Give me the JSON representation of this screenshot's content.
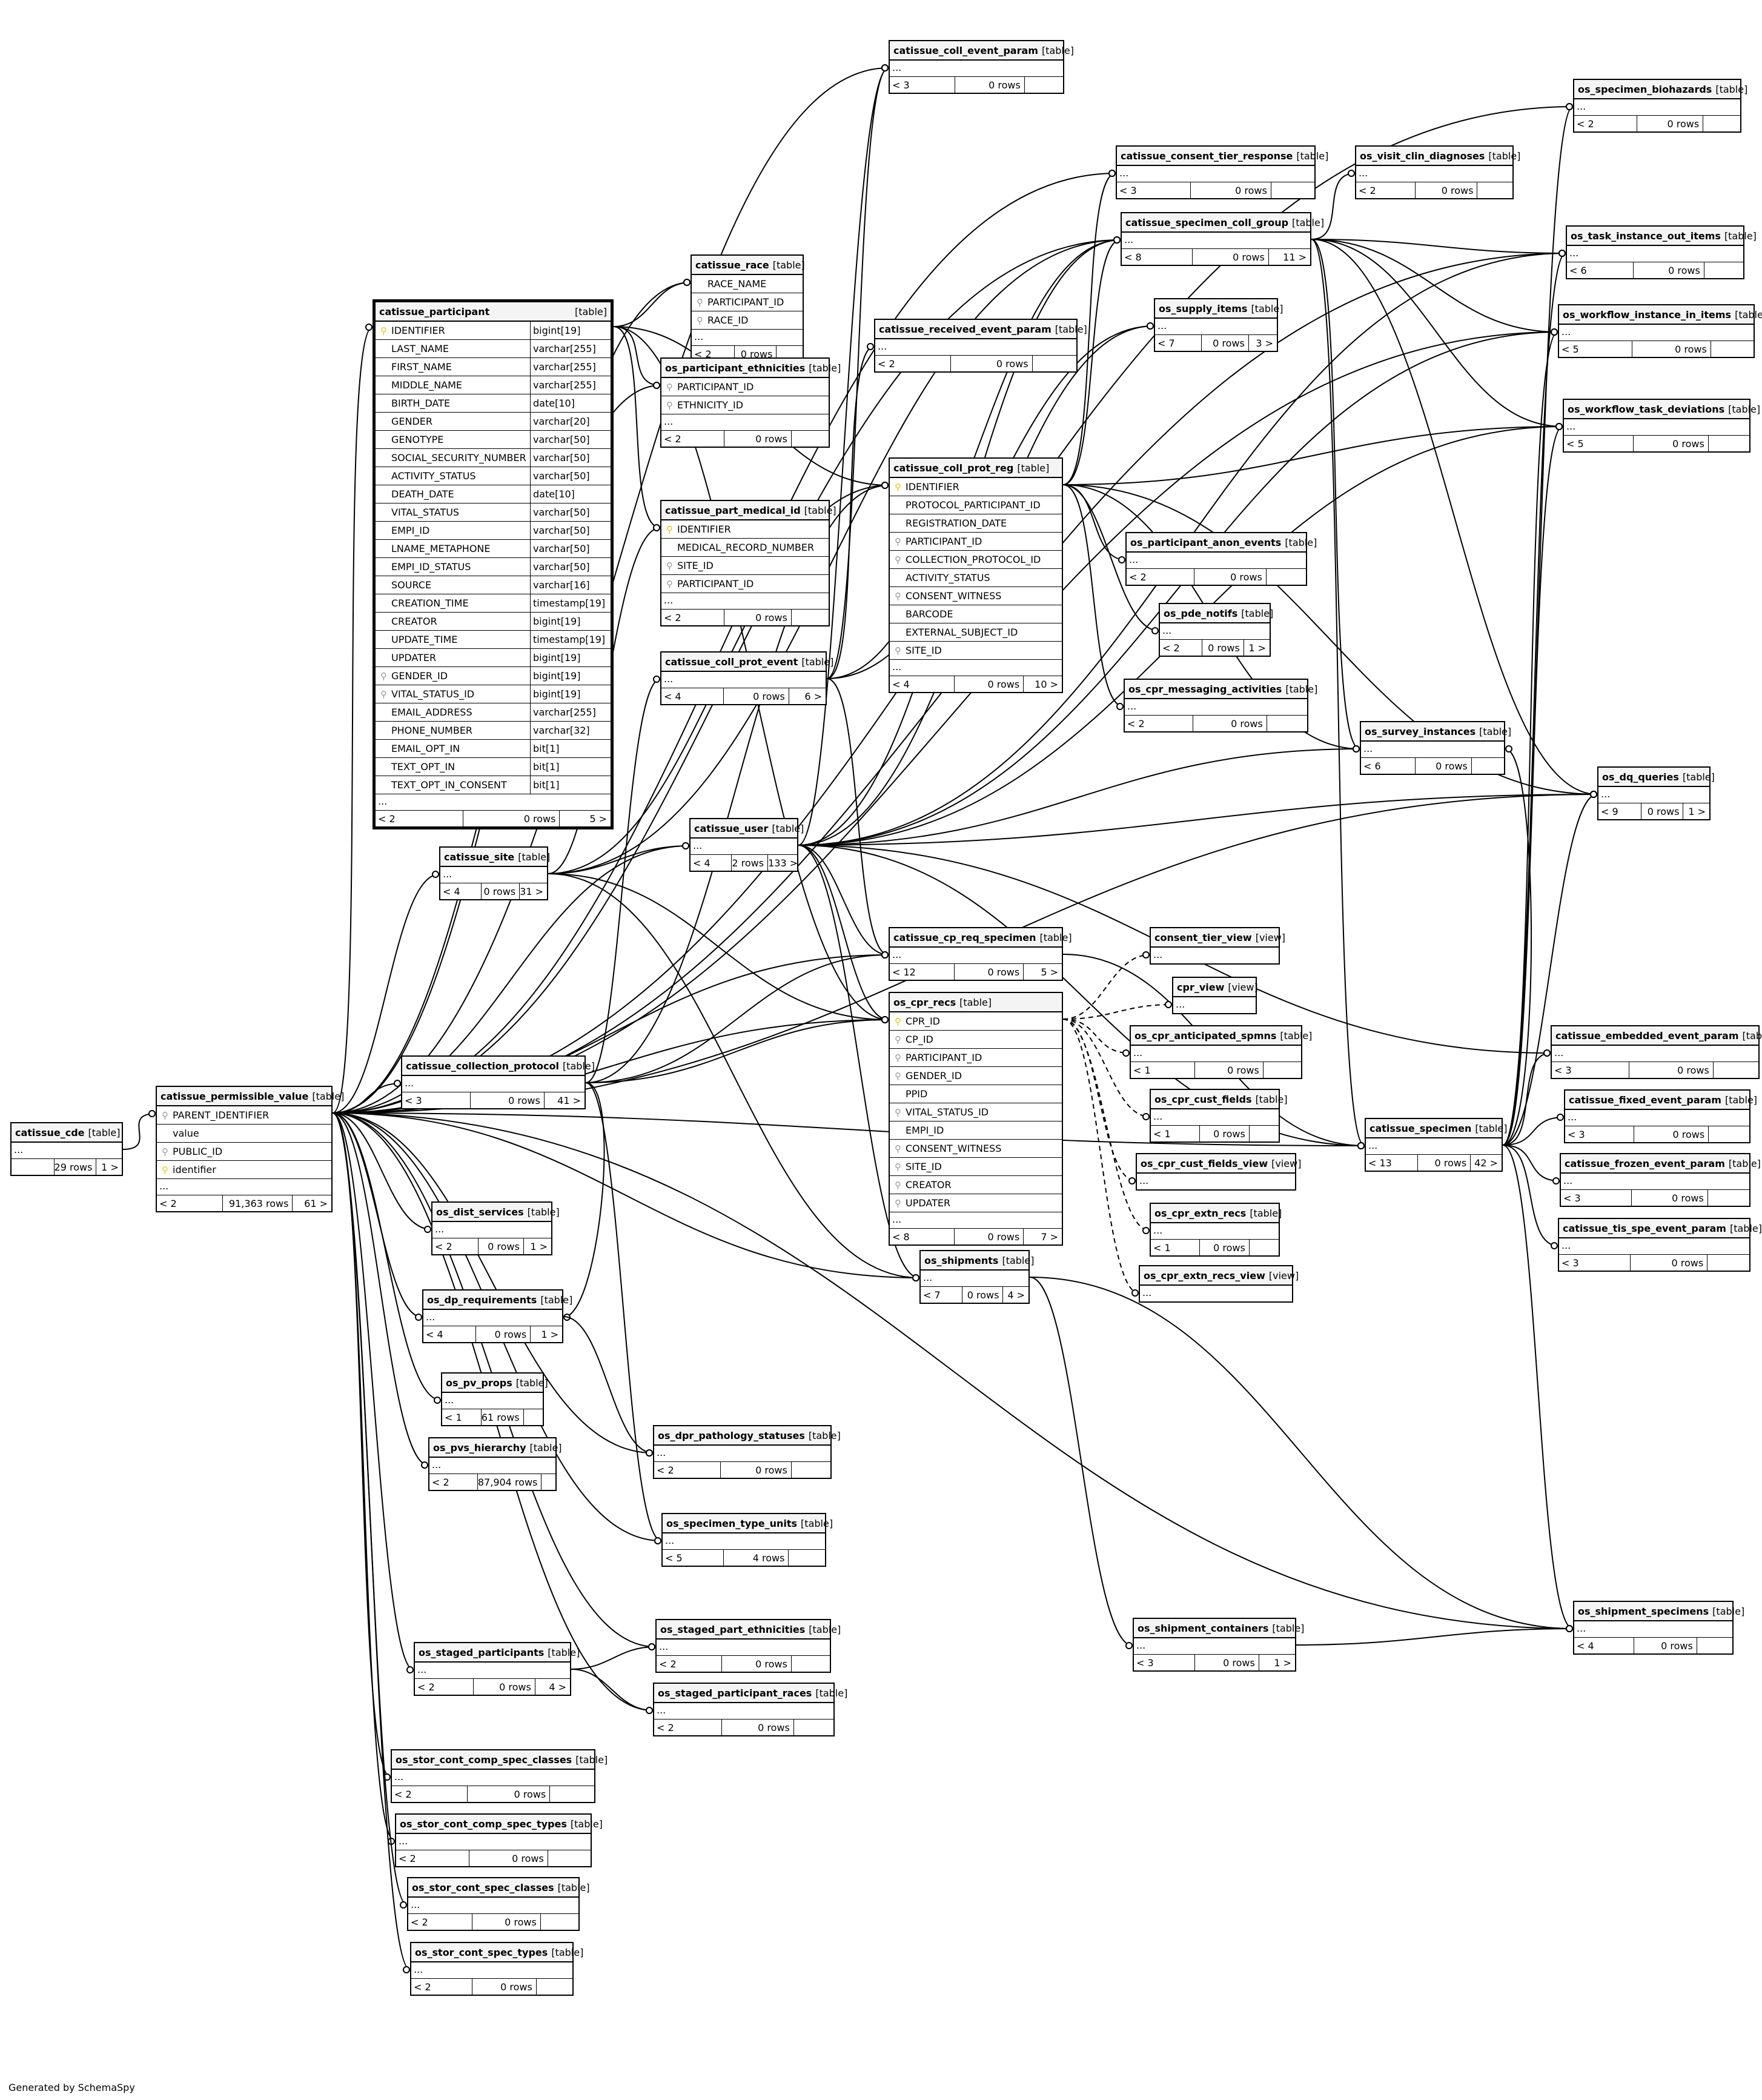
{
  "tables": [
    {
      "id": "catissue_cde",
      "name": "catissue_cde",
      "kind": "[table]",
      "rows": [],
      "footer": {
        "parents": "",
        "rows": "29 rows",
        "children": "1 >"
      }
    },
    {
      "id": "catissue_permissible_value",
      "name": "catissue_permissible_value",
      "kind": "[table]",
      "rows": [
        {
          "name": "PARENT_IDENTIFIER",
          "key": "fk"
        },
        {
          "name": "value"
        },
        {
          "name": "PUBLIC_ID",
          "key": "fk"
        },
        {
          "name": "identifier",
          "key": "pk"
        }
      ],
      "footer": {
        "parents": "< 2",
        "rows": "91,363 rows",
        "children": "61 >"
      }
    },
    {
      "id": "catissue_participant",
      "name": "catissue_participant",
      "kind": "[table]",
      "focus": true,
      "rows": [
        {
          "name": "IDENTIFIER",
          "type": "bigint[19]",
          "key": "pk"
        },
        {
          "name": "LAST_NAME",
          "type": "varchar[255]"
        },
        {
          "name": "FIRST_NAME",
          "type": "varchar[255]"
        },
        {
          "name": "MIDDLE_NAME",
          "type": "varchar[255]"
        },
        {
          "name": "BIRTH_DATE",
          "type": "date[10]"
        },
        {
          "name": "GENDER",
          "type": "varchar[20]"
        },
        {
          "name": "GENOTYPE",
          "type": "varchar[50]"
        },
        {
          "name": "SOCIAL_SECURITY_NUMBER",
          "type": "varchar[50]"
        },
        {
          "name": "ACTIVITY_STATUS",
          "type": "varchar[50]"
        },
        {
          "name": "DEATH_DATE",
          "type": "date[10]"
        },
        {
          "name": "VITAL_STATUS",
          "type": "varchar[50]"
        },
        {
          "name": "EMPI_ID",
          "type": "varchar[50]"
        },
        {
          "name": "LNAME_METAPHONE",
          "type": "varchar[50]"
        },
        {
          "name": "EMPI_ID_STATUS",
          "type": "varchar[50]"
        },
        {
          "name": "SOURCE",
          "type": "varchar[16]"
        },
        {
          "name": "CREATION_TIME",
          "type": "timestamp[19]"
        },
        {
          "name": "CREATOR",
          "type": "bigint[19]"
        },
        {
          "name": "UPDATE_TIME",
          "type": "timestamp[19]"
        },
        {
          "name": "UPDATER",
          "type": "bigint[19]"
        },
        {
          "name": "GENDER_ID",
          "type": "bigint[19]",
          "key": "fk"
        },
        {
          "name": "VITAL_STATUS_ID",
          "type": "bigint[19]",
          "key": "fk"
        },
        {
          "name": "EMAIL_ADDRESS",
          "type": "varchar[255]"
        },
        {
          "name": "PHONE_NUMBER",
          "type": "varchar[32]"
        },
        {
          "name": "EMAIL_OPT_IN",
          "type": "bit[1]"
        },
        {
          "name": "TEXT_OPT_IN",
          "type": "bit[1]"
        },
        {
          "name": "TEXT_OPT_IN_CONSENT",
          "type": "bit[1]"
        }
      ],
      "footer": {
        "parents": "< 2",
        "rows": "0 rows",
        "children": "5 >"
      }
    },
    {
      "id": "catissue_race",
      "name": "catissue_race",
      "kind": "[table]",
      "rows": [
        {
          "name": "RACE_NAME"
        },
        {
          "name": "PARTICIPANT_ID",
          "key": "fk"
        },
        {
          "name": "RACE_ID",
          "key": "fk"
        }
      ],
      "footer": {
        "parents": "< 2",
        "rows": "0 rows",
        "children": ""
      }
    },
    {
      "id": "os_participant_ethnicities",
      "name": "os_participant_ethnicities",
      "kind": "[table]",
      "rows": [
        {
          "name": "PARTICIPANT_ID",
          "key": "fk"
        },
        {
          "name": "ETHNICITY_ID",
          "key": "fk"
        }
      ],
      "footer": {
        "parents": "< 2",
        "rows": "0 rows",
        "children": ""
      }
    },
    {
      "id": "catissue_part_medical_id",
      "name": "catissue_part_medical_id",
      "kind": "[table]",
      "rows": [
        {
          "name": "IDENTIFIER",
          "key": "pk"
        },
        {
          "name": "MEDICAL_RECORD_NUMBER"
        },
        {
          "name": "SITE_ID",
          "key": "fk"
        },
        {
          "name": "PARTICIPANT_ID",
          "key": "fk"
        }
      ],
      "footer": {
        "parents": "< 2",
        "rows": "0 rows",
        "children": ""
      }
    },
    {
      "id": "catissue_coll_prot_event",
      "name": "catissue_coll_prot_event",
      "kind": "[table]",
      "rows": [],
      "footer": {
        "parents": "< 4",
        "rows": "0 rows",
        "children": "6 >"
      }
    },
    {
      "id": "catissue_coll_event_param",
      "name": "catissue_coll_event_param",
      "kind": "[table]",
      "rows": [],
      "footer": {
        "parents": "< 3",
        "rows": "0 rows",
        "children": ""
      }
    },
    {
      "id": "catissue_received_event_param",
      "name": "catissue_received_event_param",
      "kind": "[table]",
      "rows": [],
      "footer": {
        "parents": "< 2",
        "rows": "0 rows",
        "children": ""
      }
    },
    {
      "id": "catissue_coll_prot_reg",
      "name": "catissue_coll_prot_reg",
      "kind": "[table]",
      "rows": [
        {
          "name": "IDENTIFIER",
          "key": "pk"
        },
        {
          "name": "PROTOCOL_PARTICIPANT_ID"
        },
        {
          "name": "REGISTRATION_DATE"
        },
        {
          "name": "PARTICIPANT_ID",
          "key": "fk"
        },
        {
          "name": "COLLECTION_PROTOCOL_ID",
          "key": "fk"
        },
        {
          "name": "ACTIVITY_STATUS"
        },
        {
          "name": "CONSENT_WITNESS",
          "key": "fk"
        },
        {
          "name": "BARCODE"
        },
        {
          "name": "EXTERNAL_SUBJECT_ID"
        },
        {
          "name": "SITE_ID",
          "key": "fk"
        }
      ],
      "footer": {
        "parents": "< 4",
        "rows": "0 rows",
        "children": "10 >"
      }
    },
    {
      "id": "catissue_consent_tier_response",
      "name": "catissue_consent_tier_response",
      "kind": "[table]",
      "rows": [],
      "footer": {
        "parents": "< 3",
        "rows": "0 rows",
        "children": ""
      }
    },
    {
      "id": "catissue_specimen_coll_group",
      "name": "catissue_specimen_coll_group",
      "kind": "[table]",
      "rows": [],
      "footer": {
        "parents": "< 8",
        "rows": "0 rows",
        "children": "11 >"
      }
    },
    {
      "id": "os_supply_items",
      "name": "os_supply_items",
      "kind": "[table]",
      "rows": [],
      "footer": {
        "parents": "< 7",
        "rows": "0 rows",
        "children": "3 >"
      }
    },
    {
      "id": "os_participant_anon_events",
      "name": "os_participant_anon_events",
      "kind": "[table]",
      "rows": [],
      "footer": {
        "parents": "< 2",
        "rows": "0 rows",
        "children": ""
      }
    },
    {
      "id": "os_pde_notifs",
      "name": "os_pde_notifs",
      "kind": "[table]",
      "rows": [],
      "footer": {
        "parents": "< 2",
        "rows": "0 rows",
        "children": "1 >"
      }
    },
    {
      "id": "os_cpr_messaging_activities",
      "name": "os_cpr_messaging_activities",
      "kind": "[table]",
      "rows": [],
      "footer": {
        "parents": "< 2",
        "rows": "0 rows",
        "children": ""
      }
    },
    {
      "id": "os_visit_clin_diagnoses",
      "name": "os_visit_clin_diagnoses",
      "kind": "[table]",
      "rows": [],
      "footer": {
        "parents": "< 2",
        "rows": "0 rows",
        "children": ""
      }
    },
    {
      "id": "os_specimen_biohazards",
      "name": "os_specimen_biohazards",
      "kind": "[table]",
      "rows": [],
      "footer": {
        "parents": "< 2",
        "rows": "0 rows",
        "children": ""
      }
    },
    {
      "id": "os_task_instance_out_items",
      "name": "os_task_instance_out_items",
      "kind": "[table]",
      "rows": [],
      "footer": {
        "parents": "< 6",
        "rows": "0 rows",
        "children": ""
      }
    },
    {
      "id": "os_workflow_instance_in_items",
      "name": "os_workflow_instance_in_items",
      "kind": "[table]",
      "rows": [],
      "footer": {
        "parents": "< 5",
        "rows": "0 rows",
        "children": ""
      }
    },
    {
      "id": "os_workflow_task_deviations",
      "name": "os_workflow_task_deviations",
      "kind": "[table]",
      "rows": [],
      "footer": {
        "parents": "< 5",
        "rows": "0 rows",
        "children": ""
      }
    },
    {
      "id": "os_survey_instances",
      "name": "os_survey_instances",
      "kind": "[table]",
      "rows": [],
      "footer": {
        "parents": "< 6",
        "rows": "0 rows",
        "children": ""
      }
    },
    {
      "id": "os_dq_queries",
      "name": "os_dq_queries",
      "kind": "[table]",
      "rows": [],
      "footer": {
        "parents": "< 9",
        "rows": "0 rows",
        "children": "1 >"
      }
    },
    {
      "id": "catissue_site",
      "name": "catissue_site",
      "kind": "[table]",
      "rows": [],
      "footer": {
        "parents": "< 4",
        "rows": "0 rows",
        "children": "31 >"
      }
    },
    {
      "id": "catissue_user",
      "name": "catissue_user",
      "kind": "[table]",
      "rows": [],
      "footer": {
        "parents": "< 4",
        "rows": "2 rows",
        "children": "133 >"
      }
    },
    {
      "id": "catissue_cp_req_specimen",
      "name": "catissue_cp_req_specimen",
      "kind": "[table]",
      "rows": [],
      "footer": {
        "parents": "< 12",
        "rows": "0 rows",
        "children": "5 >"
      }
    },
    {
      "id": "consent_tier_view",
      "name": "consent_tier_view",
      "kind": "[view]",
      "rows": [],
      "footer": null
    },
    {
      "id": "cpr_view",
      "name": "cpr_view",
      "kind": "[view]",
      "rows": [],
      "footer": null
    },
    {
      "id": "os_cpr_recs",
      "name": "os_cpr_recs",
      "kind": "[table]",
      "rows": [
        {
          "name": "CPR_ID",
          "key": "pk"
        },
        {
          "name": "CP_ID",
          "key": "fk"
        },
        {
          "name": "PARTICIPANT_ID",
          "key": "fk"
        },
        {
          "name": "GENDER_ID",
          "key": "fk"
        },
        {
          "name": "PPID"
        },
        {
          "name": "VITAL_STATUS_ID",
          "key": "fk"
        },
        {
          "name": "EMPI_ID"
        },
        {
          "name": "CONSENT_WITNESS",
          "key": "fk"
        },
        {
          "name": "SITE_ID",
          "key": "fk"
        },
        {
          "name": "CREATOR",
          "key": "fk"
        },
        {
          "name": "UPDATER",
          "key": "fk"
        }
      ],
      "footer": {
        "parents": "< 8",
        "rows": "0 rows",
        "children": "7 >"
      }
    },
    {
      "id": "os_cpr_anticipated_spmns",
      "name": "os_cpr_anticipated_spmns",
      "kind": "[table]",
      "rows": [],
      "footer": {
        "parents": "< 1",
        "rows": "0 rows",
        "children": ""
      }
    },
    {
      "id": "os_cpr_cust_fields",
      "name": "os_cpr_cust_fields",
      "kind": "[table]",
      "rows": [],
      "footer": {
        "parents": "< 1",
        "rows": "0 rows",
        "children": ""
      }
    },
    {
      "id": "os_cpr_cust_fields_view",
      "name": "os_cpr_cust_fields_view",
      "kind": "[view]",
      "rows": [],
      "footer": null
    },
    {
      "id": "os_cpr_extn_recs",
      "name": "os_cpr_extn_recs",
      "kind": "[table]",
      "rows": [],
      "footer": {
        "parents": "< 1",
        "rows": "0 rows",
        "children": ""
      }
    },
    {
      "id": "os_cpr_extn_recs_view",
      "name": "os_cpr_extn_recs_view",
      "kind": "[view]",
      "rows": [],
      "footer": null
    },
    {
      "id": "catissue_embedded_event_param",
      "name": "catissue_embedded_event_param",
      "kind": "[table]",
      "rows": [],
      "footer": {
        "parents": "< 3",
        "rows": "0 rows",
        "children": ""
      }
    },
    {
      "id": "catissue_specimen",
      "name": "catissue_specimen",
      "kind": "[table]",
      "rows": [],
      "footer": {
        "parents": "< 13",
        "rows": "0 rows",
        "children": "42 >"
      }
    },
    {
      "id": "catissue_fixed_event_param",
      "name": "catissue_fixed_event_param",
      "kind": "[table]",
      "rows": [],
      "footer": {
        "parents": "< 3",
        "rows": "0 rows",
        "children": ""
      }
    },
    {
      "id": "catissue_frozen_event_param",
      "name": "catissue_frozen_event_param",
      "kind": "[table]",
      "rows": [],
      "footer": {
        "parents": "< 3",
        "rows": "0 rows",
        "children": ""
      }
    },
    {
      "id": "catissue_tis_spe_event_param",
      "name": "catissue_tis_spe_event_param",
      "kind": "[table]",
      "rows": [],
      "footer": {
        "parents": "< 3",
        "rows": "0 rows",
        "children": ""
      }
    },
    {
      "id": "catissue_collection_protocol",
      "name": "catissue_collection_protocol",
      "kind": "[table]",
      "rows": [],
      "footer": {
        "parents": "< 3",
        "rows": "0 rows",
        "children": "41 >"
      }
    },
    {
      "id": "os_shipments",
      "name": "os_shipments",
      "kind": "[table]",
      "rows": [],
      "footer": {
        "parents": "< 7",
        "rows": "0 rows",
        "children": "4 >"
      }
    },
    {
      "id": "os_dist_services",
      "name": "os_dist_services",
      "kind": "[table]",
      "rows": [],
      "footer": {
        "parents": "< 2",
        "rows": "0 rows",
        "children": "1 >"
      }
    },
    {
      "id": "os_dp_requirements",
      "name": "os_dp_requirements",
      "kind": "[table]",
      "rows": [],
      "footer": {
        "parents": "< 4",
        "rows": "0 rows",
        "children": "1 >"
      }
    },
    {
      "id": "os_pv_props",
      "name": "os_pv_props",
      "kind": "[table]",
      "rows": [],
      "footer": {
        "parents": "< 1",
        "rows": "61 rows",
        "children": ""
      }
    },
    {
      "id": "os_pvs_hierarchy",
      "name": "os_pvs_hierarchy",
      "kind": "[table]",
      "rows": [],
      "footer": {
        "parents": "< 2",
        "rows": "87,904 rows",
        "children": ""
      }
    },
    {
      "id": "os_dpr_pathology_statuses",
      "name": "os_dpr_pathology_statuses",
      "kind": "[table]",
      "rows": [],
      "footer": {
        "parents": "< 2",
        "rows": "0 rows",
        "children": ""
      }
    },
    {
      "id": "os_specimen_type_units",
      "name": "os_specimen_type_units",
      "kind": "[table]",
      "rows": [],
      "footer": {
        "parents": "< 5",
        "rows": "4 rows",
        "children": ""
      }
    },
    {
      "id": "os_shipment_specimens",
      "name": "os_shipment_specimens",
      "kind": "[table]",
      "rows": [],
      "footer": {
        "parents": "< 4",
        "rows": "0 rows",
        "children": ""
      }
    },
    {
      "id": "os_shipment_containers",
      "name": "os_shipment_containers",
      "kind": "[table]",
      "rows": [],
      "footer": {
        "parents": "< 3",
        "rows": "0 rows",
        "children": "1 >"
      }
    },
    {
      "id": "os_staged_participants",
      "name": "os_staged_participants",
      "kind": "[table]",
      "rows": [],
      "footer": {
        "parents": "< 2",
        "rows": "0 rows",
        "children": "4 >"
      }
    },
    {
      "id": "os_staged_part_ethnicities",
      "name": "os_staged_part_ethnicities",
      "kind": "[table]",
      "rows": [],
      "footer": {
        "parents": "< 2",
        "rows": "0 rows",
        "children": ""
      }
    },
    {
      "id": "os_staged_participant_races",
      "name": "os_staged_participant_races",
      "kind": "[table]",
      "rows": [],
      "footer": {
        "parents": "< 2",
        "rows": "0 rows",
        "children": ""
      }
    },
    {
      "id": "os_stor_cont_comp_spec_classes",
      "name": "os_stor_cont_comp_spec_classes",
      "kind": "[table]",
      "rows": [],
      "footer": {
        "parents": "< 2",
        "rows": "0 rows",
        "children": ""
      }
    },
    {
      "id": "os_stor_cont_comp_spec_types",
      "name": "os_stor_cont_comp_spec_types",
      "kind": "[table]",
      "rows": [],
      "footer": {
        "parents": "< 2",
        "rows": "0 rows",
        "children": ""
      }
    },
    {
      "id": "os_stor_cont_spec_classes",
      "name": "os_stor_cont_spec_classes",
      "kind": "[table]",
      "rows": [],
      "footer": {
        "parents": "< 2",
        "rows": "0 rows",
        "children": ""
      }
    },
    {
      "id": "os_stor_cont_spec_types",
      "name": "os_stor_cont_spec_types",
      "kind": "[table]",
      "rows": [],
      "footer": {
        "parents": "< 2",
        "rows": "0 rows",
        "children": ""
      }
    }
  ],
  "ellipsis": "...",
  "footer_note": "Generated by SchemaSpy",
  "colors": {
    "pk_key": "#e6c800",
    "fk_key": "#999999",
    "line": "#000000"
  }
}
